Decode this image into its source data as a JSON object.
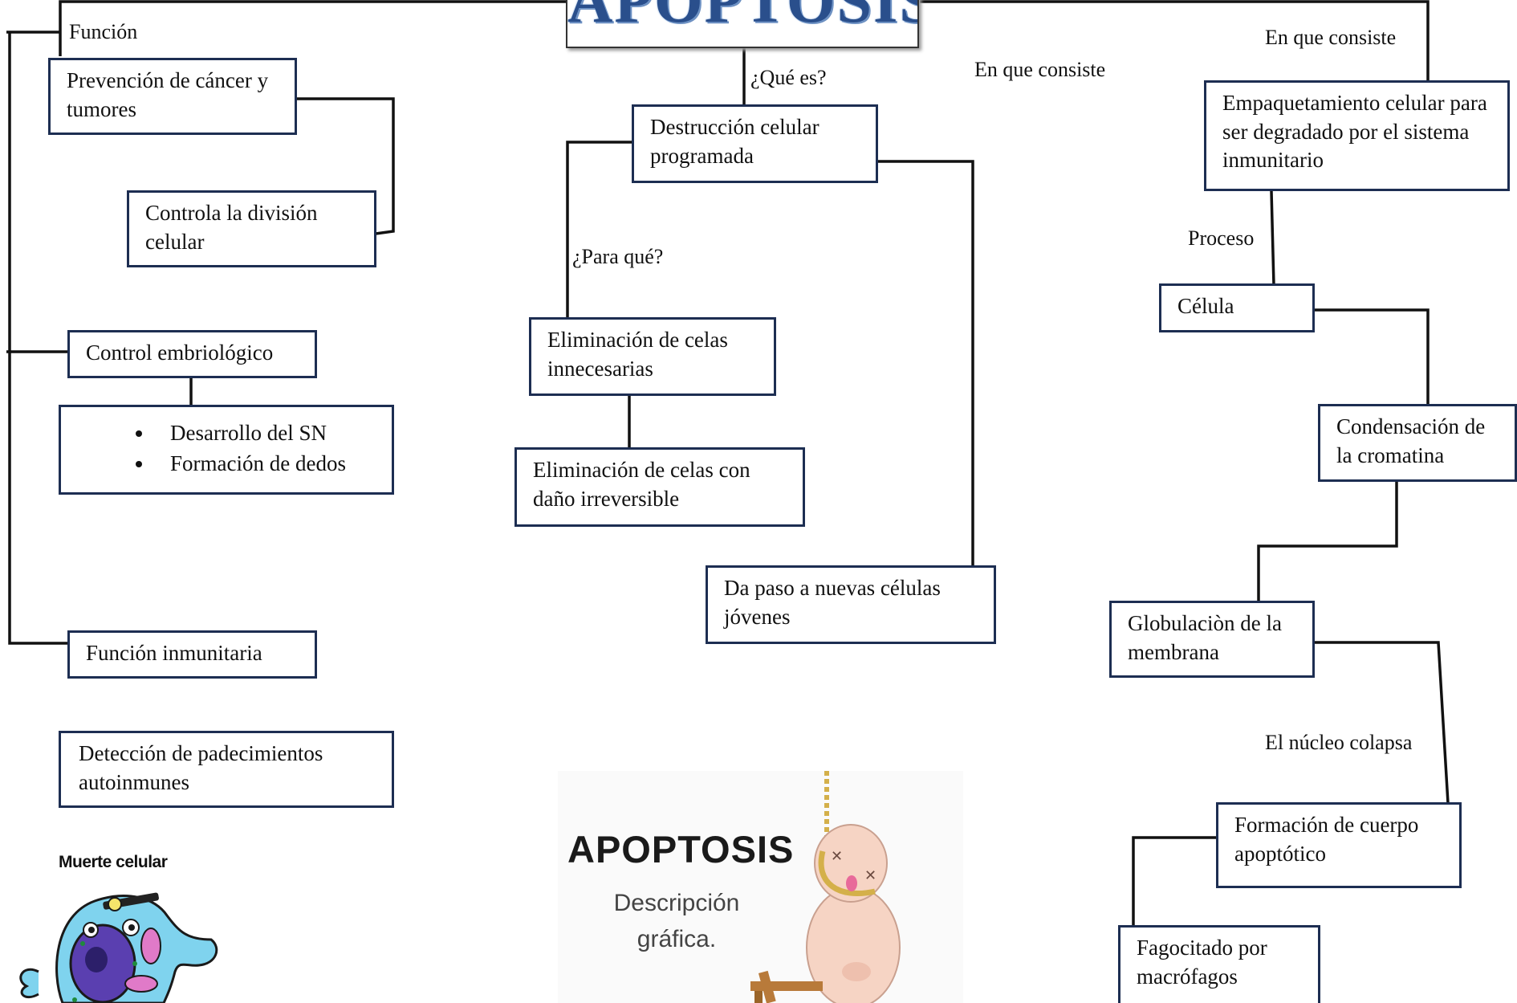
{
  "title": "APOPTOSIS",
  "labels": {
    "funcion": "Función",
    "que_es": "¿Qué es?",
    "en_que_consiste_center": "En que consiste",
    "en_que_consiste_right": "En que consiste",
    "para_que": "¿Para qué?",
    "proceso": "Proceso",
    "nucleo_colapsa": "El núcleo colapsa"
  },
  "left": {
    "prevencion": "Prevención de cáncer y tumores",
    "controla_division": "Controla la división celular",
    "control_embriologico": "Control embriológico",
    "embrio_items": [
      "Desarrollo del SN",
      "Formación de dedos"
    ],
    "funcion_inmunitaria": "Función inmunitaria",
    "deteccion": "Detección de padecimientos autoinmunes",
    "caption": "Muerte celular"
  },
  "center": {
    "destruccion": "Destrucción celular programada",
    "eliminacion_innecesarias": "Eliminación de celas innecesarias",
    "eliminacion_dano": "Eliminación de celas con daño irreversible",
    "nuevas_celulas": "Da paso a nuevas células jóvenes"
  },
  "right": {
    "empaquetamiento": "Empaquetamiento celular para ser degradado por el sistema inmunitario",
    "celula": "Célula",
    "condensacion": "Condensación de la cromatina",
    "globulacion": "Globulaciòn de la membrana",
    "formacion_cuerpo": "Formación de cuerpo apoptótico",
    "fagocitado": "Fagocitado por macrófagos"
  },
  "graphic": {
    "title": "APOPTOSIS",
    "subtitle": "Descripción gráfica."
  }
}
